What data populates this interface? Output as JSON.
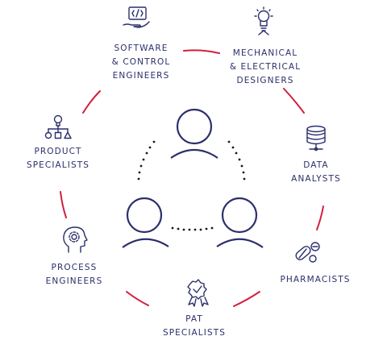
{
  "colors": {
    "navy": "#2b2f6b",
    "accent_red": "#d21f3c"
  },
  "center": {
    "description_icons": [
      "person-top-icon",
      "person-bottom-left-icon",
      "person-bottom-right-icon"
    ]
  },
  "roles": [
    {
      "id": "software",
      "icon": "code-hand-icon",
      "lines": [
        "SOFTWARE",
        "& CONTROL",
        "ENGINEERS"
      ]
    },
    {
      "id": "mechanical",
      "icon": "lightbulb-icon",
      "lines": [
        "MECHANICAL",
        "& ELECTRICAL",
        "DESIGNERS"
      ]
    },
    {
      "id": "data",
      "icon": "database-icon",
      "lines": [
        "DATA",
        "ANALYSTS"
      ]
    },
    {
      "id": "pharmacists",
      "icon": "pills-icon",
      "lines": [
        "PHARMACISTS"
      ]
    },
    {
      "id": "pat",
      "icon": "badge-check-icon",
      "lines": [
        "PAT",
        "SPECIALISTS"
      ]
    },
    {
      "id": "process",
      "icon": "head-gear-icon",
      "lines": [
        "PROCESS",
        "ENGINEERS"
      ]
    },
    {
      "id": "product",
      "icon": "structure-icon",
      "lines": [
        "PRODUCT",
        "SPECIALISTS"
      ]
    }
  ]
}
